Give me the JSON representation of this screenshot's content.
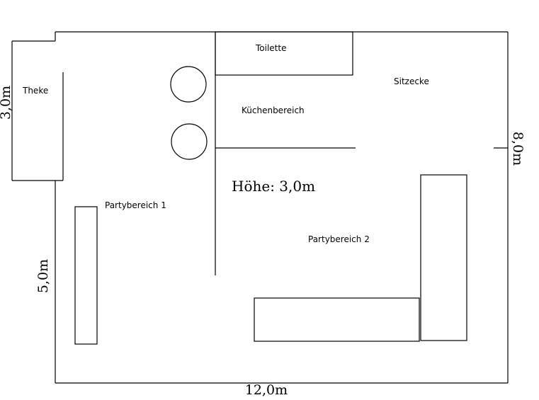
{
  "rooms": {
    "theke": "Theke",
    "toilette": "Toilette",
    "sitzecke": "Sitzecke",
    "kuechenbereich": "Küchenbereich",
    "partybereich_1": "Partybereich 1",
    "partybereich_2": "Partybereich 2"
  },
  "height_label": "Höhe: 3,0m",
  "dimensions": {
    "left_top": "3,0m",
    "left_bottom": "5,0m",
    "right": "8,0m",
    "bottom": "12,0m"
  }
}
